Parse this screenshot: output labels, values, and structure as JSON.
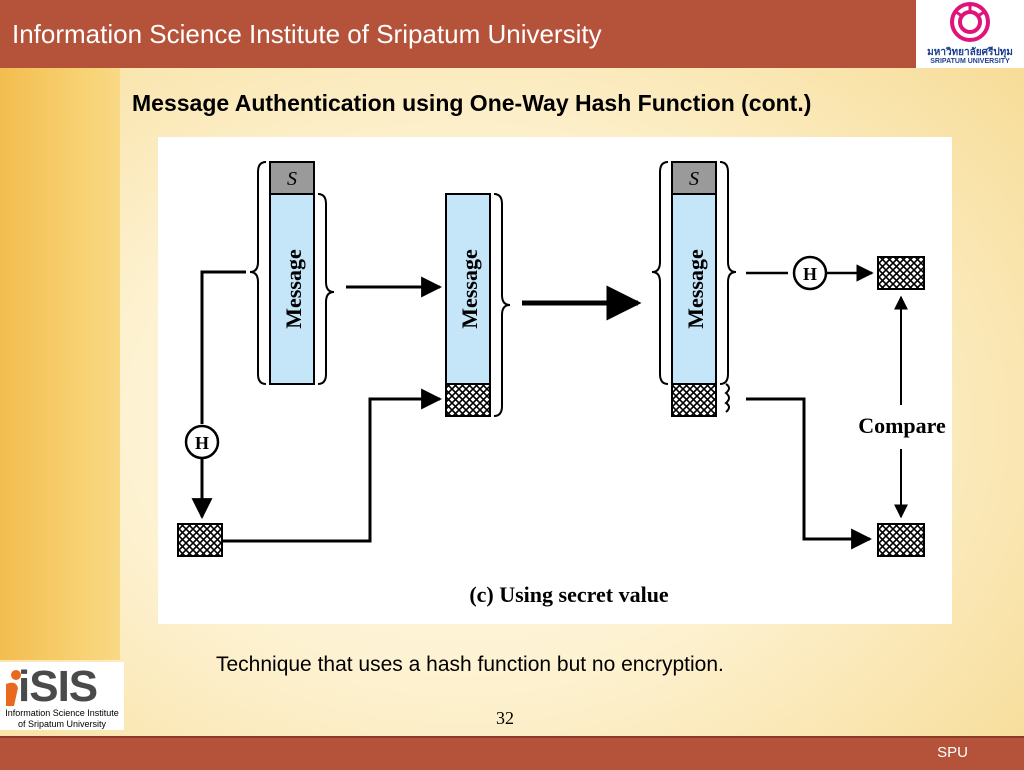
{
  "header": {
    "title": "Information Science Institute of Sripatum University",
    "logo_thai": "มหาวิทยาลัยศรีปทุม",
    "logo_english": "SRIPATUM UNIVERSITY"
  },
  "slide": {
    "title": "Message Authentication using One-Way Hash Function (cont.)",
    "caption": "Technique that uses a hash function but no encryption.",
    "number": "32"
  },
  "diagram": {
    "secret_label": "S",
    "message_label": "Message",
    "hash_label": "H",
    "compare_label": "Compare",
    "caption": "(c) Using secret value"
  },
  "isis_logo": {
    "name": "iSIS",
    "line1": "Information Science Institute",
    "line2": "of Sripatum University"
  },
  "footer": {
    "text": "SPU"
  },
  "colors": {
    "header_bar": "#b5523a",
    "message_fill": "#c5e6f8",
    "secret_fill": "#9a9a9a",
    "logo_accent": "#e0137a"
  }
}
